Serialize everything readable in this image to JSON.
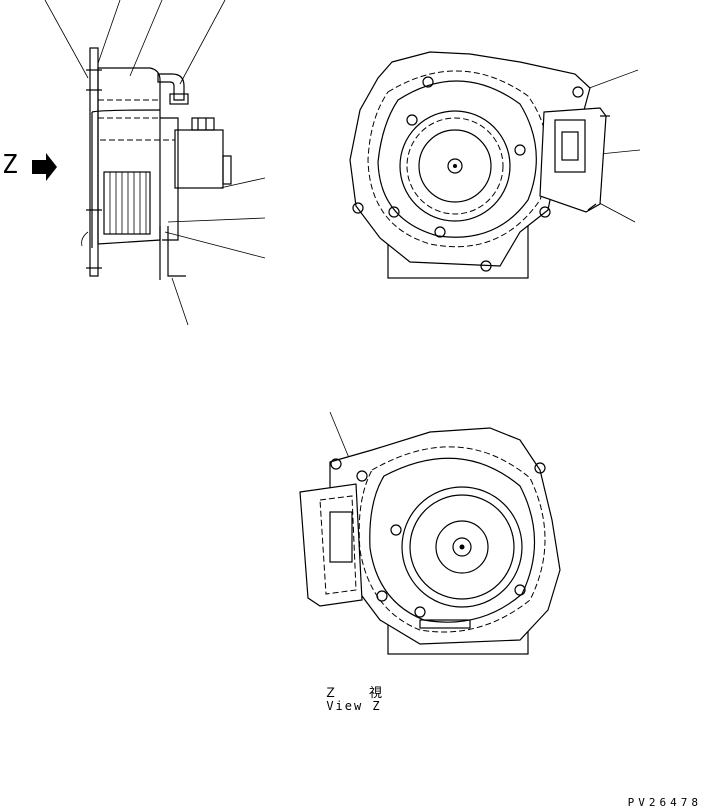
{
  "side_view": {
    "direction_letter": "Z",
    "direction_arrow_icon": "right-arrow-icon"
  },
  "rear_view": {
    "caption_japanese": "Ｚ　　視",
    "caption_english": "View Z"
  },
  "drawing_number": "PV26478"
}
